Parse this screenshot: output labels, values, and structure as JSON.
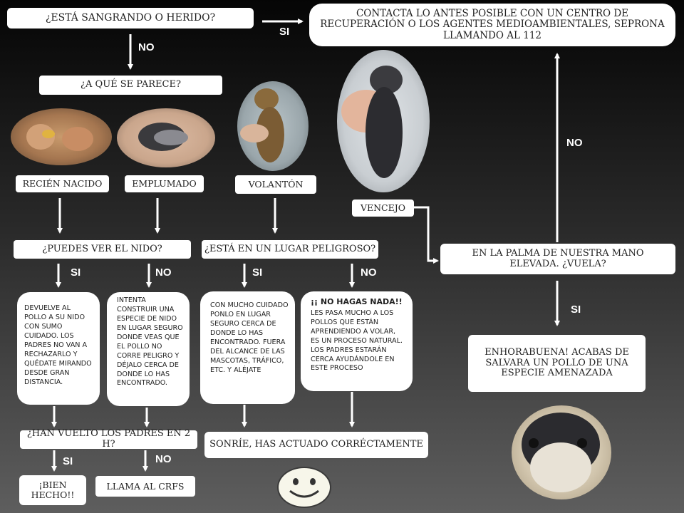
{
  "nodes": {
    "q_bleeding": "¿Está sangrando o herido?",
    "contact": "Contacta lo antes posible con un centro de recuperación o los agentes medioambientales, Seprona llamando al 112",
    "q_looks": "¿A qué se parece?",
    "newborn": "Recién nacido",
    "feathered": "Emplumado",
    "fledgling": "Volantón",
    "swift": "Vencejo",
    "q_see_nest": "¿Puedes ver el nido?",
    "q_dangerous": "¿Está en un lugar peligroso?",
    "palm_fly": "En la palma de nuestra mano elevada. ¿Vuela?",
    "return_nest": "Devuelve al pollo a su nido con sumo cuidado. Los padres no van a rechazarlo y quédate mirando desde gran distancia.",
    "build_nest": "Intenta construir una especie de nido en lugar seguro donde veas que el pollo no corre peligro y déjalo cerca de donde lo has encontrado.",
    "move_safe": "Con mucho cuidado ponlo en lugar seguro cerca de donde lo has encontrado. Fuera del alcance de las mascotas, tráfico, etc. y aléjate",
    "do_nothing_title": "¡¡ No hagas nada!!",
    "do_nothing_body": "Les pasa mucho a los pollos que están aprendiendo a volar, es un proceso natural. Los padres estarán cerca ayudándole en este proceso",
    "congrats": "Enhorabuena! Acabas de salvara un pollo de una especie amenazada",
    "q_parents": "¿Han vuelto los padres en 2 h?",
    "smile": "Sonríe, has actuado corréctamente",
    "well_done": "¡Bien hecho!!",
    "call_crfs": "Llama al CRFS"
  },
  "labels": {
    "si": "SI",
    "no": "NO"
  },
  "photos": [
    "newborn-chicks-photo",
    "feathered-chick-photo",
    "fledgling-photo",
    "swift-in-hand-photo",
    "swift-chick-photo"
  ]
}
